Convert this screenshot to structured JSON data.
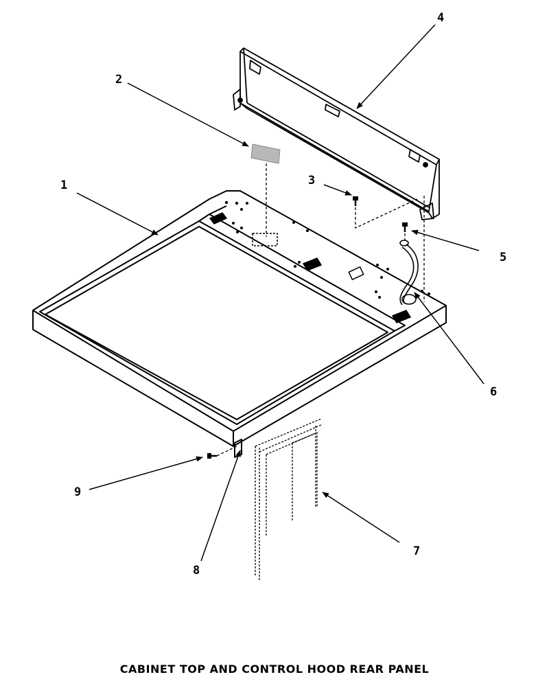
{
  "caption": "CABINET TOP AND CONTROL HOOD REAR PANEL",
  "callouts": [
    {
      "number": "1",
      "part": "cabinet-top"
    },
    {
      "number": "2",
      "part": "label"
    },
    {
      "number": "3",
      "part": "screw"
    },
    {
      "number": "4",
      "part": "control-hood-rear-panel"
    },
    {
      "number": "5",
      "part": "screw"
    },
    {
      "number": "6",
      "part": "wire-harness"
    },
    {
      "number": "7",
      "part": "cabinet"
    },
    {
      "number": "8",
      "part": "bracket"
    },
    {
      "number": "9",
      "part": "screw"
    }
  ]
}
